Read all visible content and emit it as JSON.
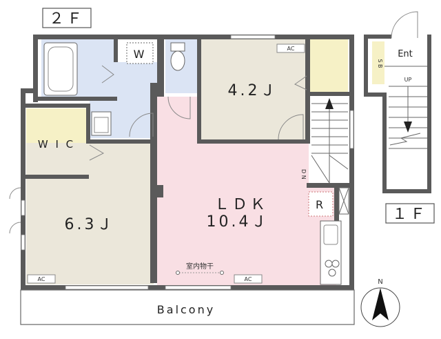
{
  "floors": {
    "upper_label": "２Ｆ",
    "lower_label": "１Ｆ"
  },
  "rooms": {
    "washer": "W",
    "bedroom_a": "4.2Ｊ",
    "wic": "W I C",
    "bedroom_b": "6.3Ｊ",
    "ldk_name": "ＬＤＫ",
    "ldk_size": "10.4Ｊ",
    "refrigerator": "R",
    "indoor_drying": "室内物干",
    "balcony": "Balcony"
  },
  "stairs": {
    "entrance": "Ent",
    "shoe_box": "S B",
    "up": "UP",
    "down": "D N"
  },
  "ac_labels": {
    "bedroom_a": "AC",
    "bedroom_b": "AC",
    "ldk": "AC"
  },
  "compass": {
    "north": "N"
  },
  "colors": {
    "wall": "#5a5a5a",
    "bedroom": "#ebe7da",
    "wic": "#f6f1c6",
    "ldk": "#f9dfe4",
    "wet_area": "#dbe4f4",
    "closet": "#f6f1c6",
    "stair": "#ffffff"
  }
}
